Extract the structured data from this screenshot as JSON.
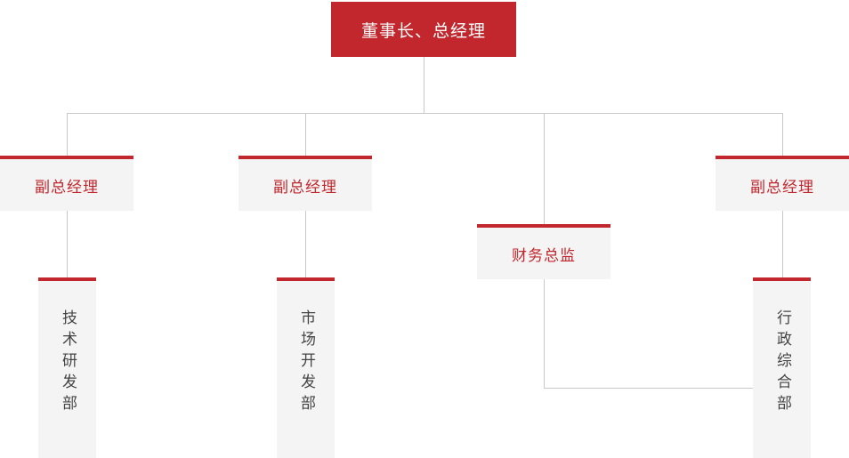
{
  "chart": {
    "type": "org-chart",
    "title": "",
    "levels": [
      {
        "level": 1,
        "nodes": [
          {
            "id": "chairman",
            "label": "董事长、总经理",
            "style": "solid-red",
            "orientation": "horizontal"
          }
        ]
      },
      {
        "level": 2,
        "nodes": [
          {
            "id": "vp-1",
            "label": "副总经理",
            "style": "gray-red-top",
            "orientation": "horizontal"
          },
          {
            "id": "vp-2",
            "label": "副总经理",
            "style": "gray-red-top",
            "orientation": "horizontal"
          },
          {
            "id": "cfo",
            "label": "财务总监",
            "style": "gray-red-top",
            "orientation": "horizontal"
          },
          {
            "id": "vp-3",
            "label": "副总经理",
            "style": "gray-red-top",
            "orientation": "horizontal"
          }
        ]
      },
      {
        "level": 3,
        "nodes": [
          {
            "id": "dept-rd",
            "label": "技术研发部",
            "style": "gray-red-top",
            "orientation": "vertical"
          },
          {
            "id": "dept-mkt",
            "label": "市场开发部",
            "style": "gray-red-top",
            "orientation": "vertical"
          },
          {
            "id": "dept-admin",
            "label": "行政综合部",
            "style": "gray-red-top",
            "orientation": "vertical"
          }
        ]
      }
    ]
  },
  "colors": {
    "brand_red": "#c1272d",
    "box_fill": "#f4f4f4",
    "connector": "#c9c9c9",
    "text_dark": "#444444",
    "text_white": "#ffffff",
    "background": "#ffffff"
  },
  "nodes": {
    "chairman": "董事长、总经理",
    "vp_1": "副总经理",
    "vp_2": "副总经理",
    "vp_3": "副总经理",
    "cfo": "财务总监",
    "dept_rd": "技术研发部",
    "dept_mkt": "市场开发部",
    "dept_admin": "行政综合部"
  }
}
